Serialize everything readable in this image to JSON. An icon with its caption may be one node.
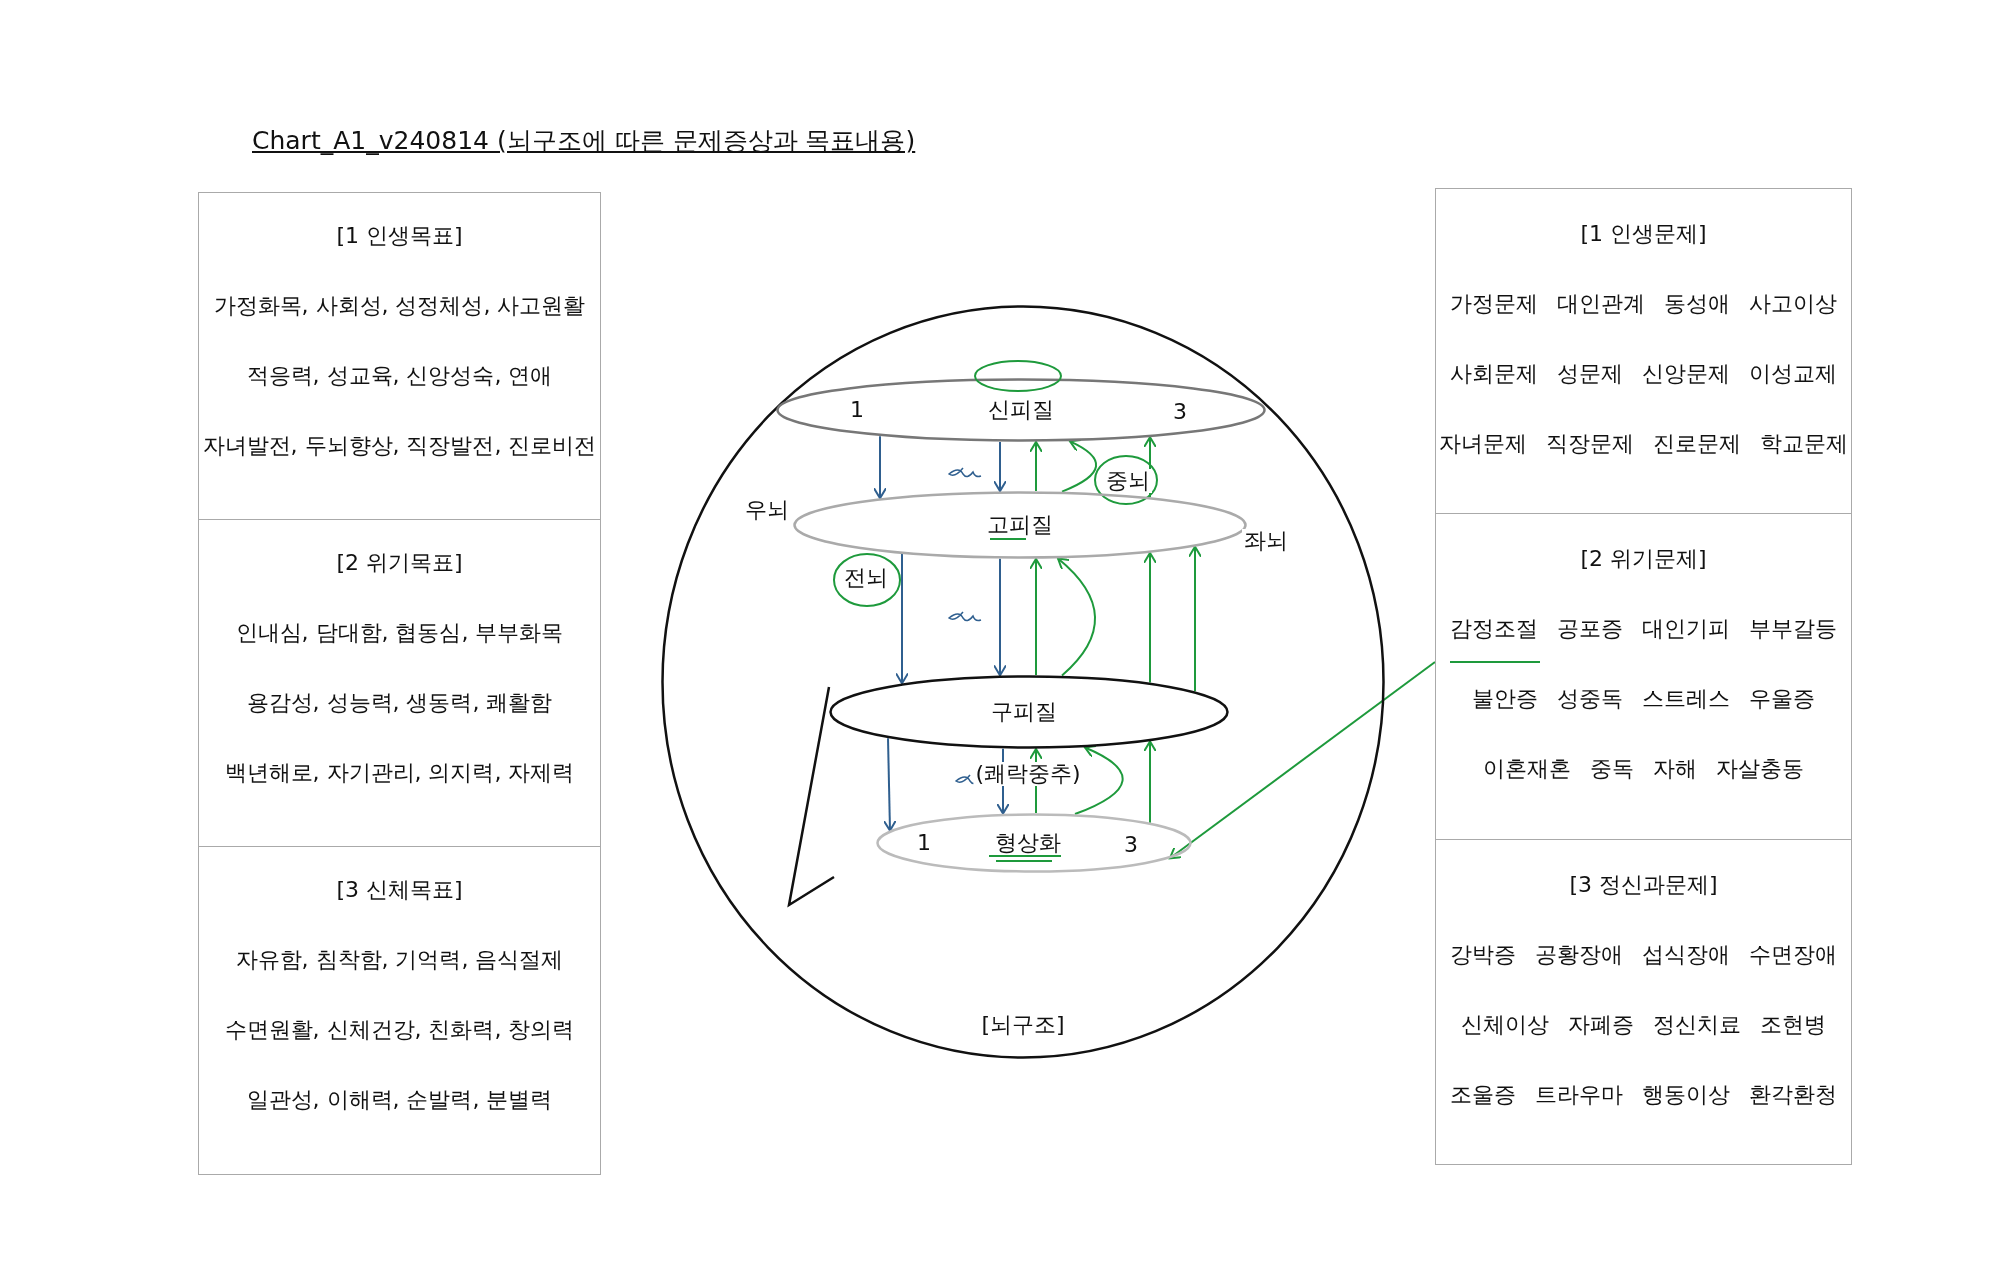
{
  "diagram": {
    "title": "Chart_A1_v240814 (뇌구조에 따른 문제증상과 목표내용)",
    "nodes": [
      {
        "text": [
          "[1 인생목표]",
          "가정화목, 사회성, 성정체성, 사고원활",
          "적응력, 성교육, 신앙성숙, 연애",
          "자녀발전, 두뇌향상, 직장발전, 진로비전"
        ]
      },
      {
        "text": [
          "[2 위기목표]",
          "인내심, 담대함, 협동심, 부부화목",
          "용감성, 성능력, 생동력, 쾌활함",
          "백년해로, 자기관리, 의지력, 자제력"
        ]
      },
      {
        "text": [
          "[3 신체목표]",
          "자유함, 침착함, 기억력, 음식절제",
          "수면원활, 신체건강, 친화력, 창의력",
          "일관성, 이해력, 순발력, 분별력"
        ]
      },
      {
        "text": [
          "[1 인생문제]",
          "가정문제 대인관계 동성애 사고이상",
          "사회문제 성문제 신앙문제 이성교제",
          "자녀문제 직장문제 진로문제 학교문제"
        ]
      },
      {
        "text": [
          "[2 위기문제]",
          "감정조절 공포증 대인기피 부부갈등",
          "불안증 성중독 스트레스 우울증",
          "이혼재혼 중독 자해 자살충동"
        ]
      },
      {
        "text": [
          "[3 정신과문제]",
          "강박증 공황장애 섭식장애 수면장애",
          "신체이상 자폐증 정신치료 조현병",
          "조울증 트라우마 행동이상 환각환청"
        ]
      },
      {
        "text": [
          "[뇌구조]"
        ]
      },
      {
        "text": [
          "1",
          "신피질",
          "3"
        ],
        "in": 6
      },
      {
        "text": [
          "고피질"
        ],
        "in": 6
      },
      {
        "text": [
          "구피질"
        ],
        "in": 6
      },
      {
        "text": [
          "1",
          "형상화",
          "3"
        ],
        "in": 6
      },
      {
        "text": [],
        "shape": "circle",
        "in": 6
      }
    ],
    "edges": [
      {
        "from": 7,
        "to": 8,
        "arrow": "to",
        "color": "#2f5f8f"
      },
      {
        "from": 7,
        "to": 8,
        "arrow": "to",
        "color": "#2f5f8f"
      },
      {
        "from": 8,
        "to": 9,
        "arrow": "to",
        "color": "#2f5f8f"
      },
      {
        "from": 8,
        "to": 9,
        "arrow": "to",
        "color": "#2f5f8f"
      },
      {
        "from": 9,
        "to": 10,
        "arrow": "to",
        "color": "#2f5f8f"
      },
      {
        "from": 9,
        "to": 10,
        "arrow": "to",
        "color": "#2f5f8f"
      },
      {
        "from": 10,
        "to": 9,
        "arrow": "to",
        "color": "#1e9a3c"
      },
      {
        "from": 9,
        "to": 8,
        "arrow": "to",
        "color": "#1e9a3c"
      },
      {
        "from": 8,
        "to": 7,
        "arrow": "to",
        "color": "#1e9a3c"
      },
      {
        "from": 10,
        "to": 9,
        "arrow": "to",
        "color": "#1e9a3c"
      },
      {
        "from": 9,
        "to": 8,
        "arrow": "to",
        "color": "#1e9a3c"
      },
      {
        "from": 8,
        "to": 7,
        "arrow": "to",
        "color": "#1e9a3c"
      },
      {
        "from": 9,
        "to": 8,
        "arrow": "to",
        "color": "#1e9a3c"
      },
      {
        "from": 9,
        "to": 8,
        "arrow": "to",
        "color": "#1e9a3c"
      },
      {
        "from": 8,
        "to": 7,
        "arrow": "to",
        "color": "#1e9a3c"
      },
      {
        "from": 10,
        "to": 9,
        "arrow": "to",
        "color": "#1e9a3c"
      },
      {
        "from": 4,
        "to": 10,
        "arrow": "to",
        "color": "#1e9a3c"
      }
    ],
    "labels": [
      "우뇌",
      "중뇌",
      "좌뇌",
      "전뇌",
      "(쾌락중추)"
    ]
  }
}
